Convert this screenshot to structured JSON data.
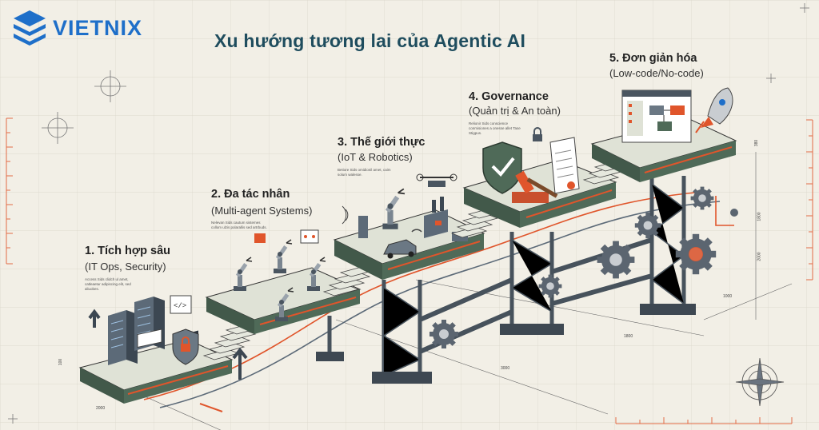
{
  "brand": {
    "name": "VIETNIX",
    "color": "#1e6fc9"
  },
  "title": "Xu hướng tương lai của Agentic AI",
  "colors": {
    "platform_top": "#dfe2d6",
    "platform_side": "#4f6a58",
    "accent": "#e0552b",
    "steel": "#47525c",
    "ink": "#222222"
  },
  "steps": [
    {
      "title": "1. Tích hợp sâu",
      "subtitle": "(IT Ops, Security)",
      "note": "Access Sids clidch ul amet, catleaetur adipiscing elit, sed aliuobes."
    },
    {
      "title": "2. Đa tác nhân",
      "subtitle": "(Multi-agent Systems)",
      "note": "Nelevan Sids cautum sistemes collom ulzis polarallis sed artrbuds."
    },
    {
      "title": "3. Thế giới thực",
      "subtitle": "(IoT & Robotics)",
      "note": "Betiore Sids omidionil amet, caim solum walesse."
    },
    {
      "title": "4. Governance",
      "subtitle": "(Quản trị & An toàn)",
      "note": "Relionir Sids conscience conmisiones a onesse allet Tase Stigpus."
    },
    {
      "title": "5. Đơn giản hóa",
      "subtitle": "(Low-code/No-code)",
      "note": ""
    }
  ],
  "dimensions": [
    "100",
    "2000",
    "3000",
    "1800",
    "1000",
    "380",
    "1800",
    "2000"
  ],
  "icons": [
    "server-icon",
    "code-icon",
    "lock-shield-icon",
    "robot-arm-icon",
    "drone-icon",
    "factory-icon",
    "car-icon",
    "checkmark-shield-icon",
    "gavel-icon",
    "document-icon",
    "rocket-icon",
    "gear-icon",
    "compass-icon",
    "crosshair-icon"
  ]
}
